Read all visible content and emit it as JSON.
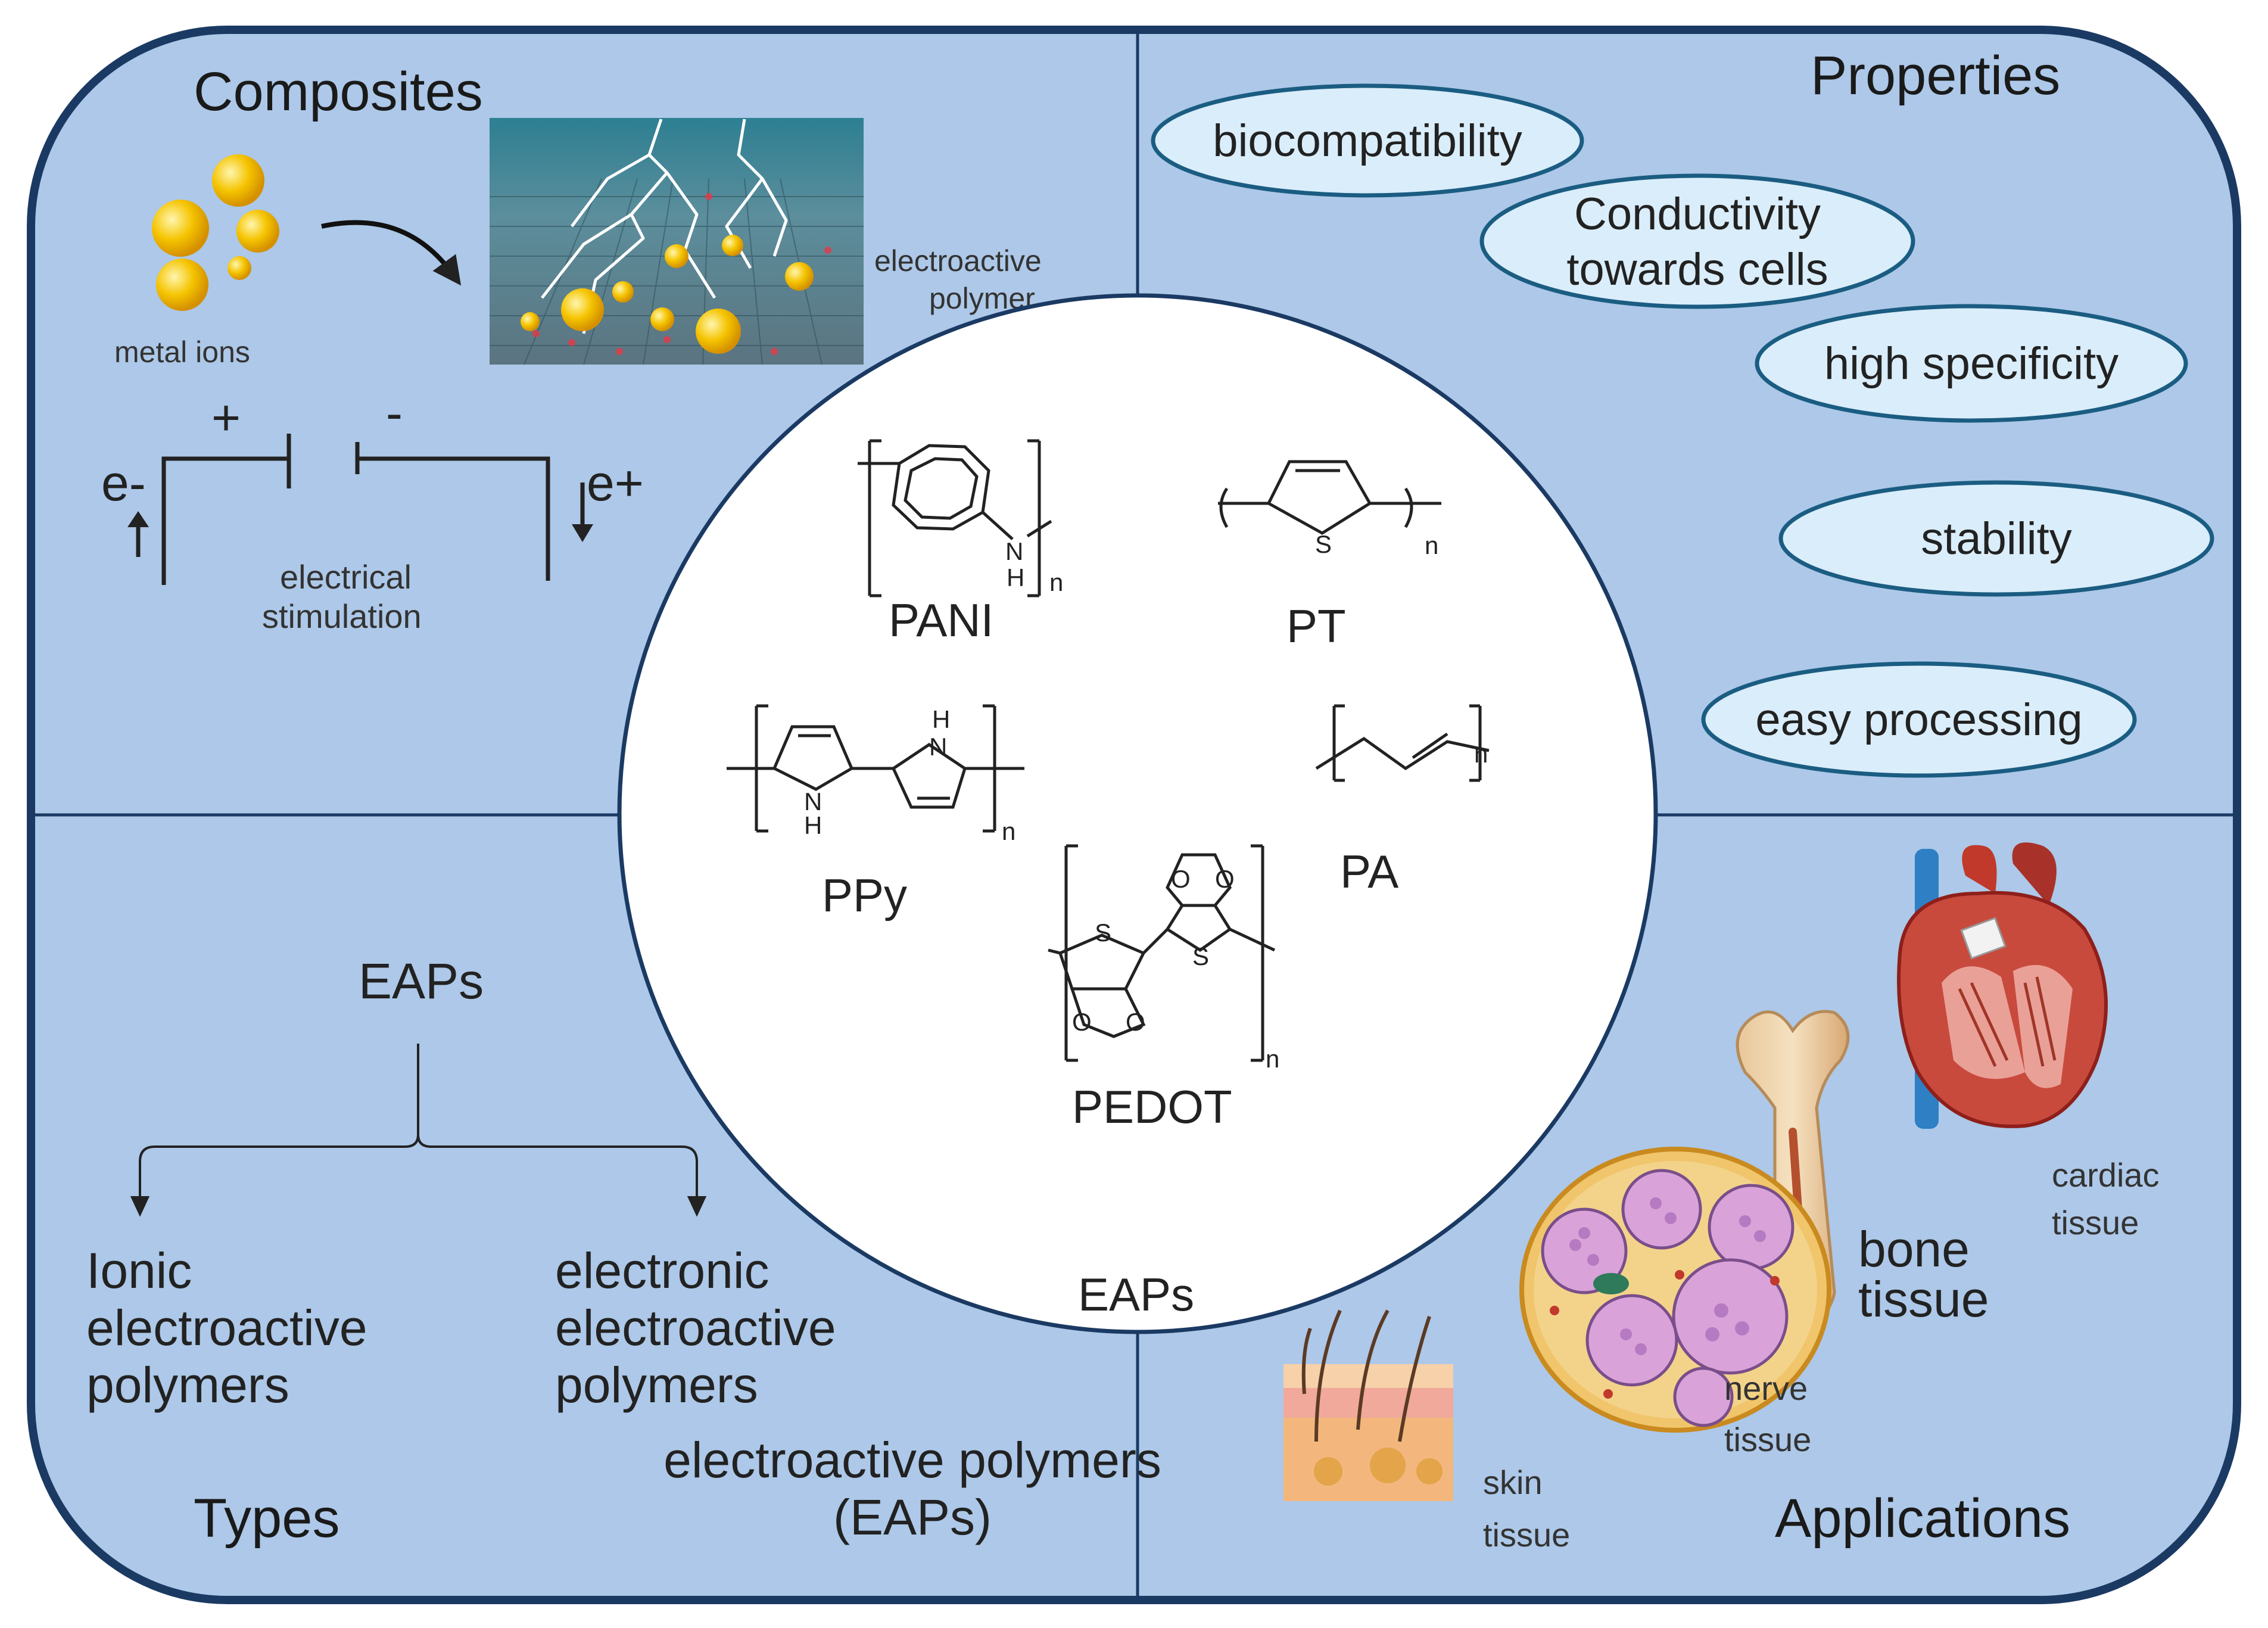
{
  "composites": {
    "heading": "Composites",
    "metal_ions": "metal ions",
    "electroactive_polymer_line1": "electroactive",
    "electroactive_polymer_line2": "polymer",
    "plus": "+",
    "minus": "-",
    "e_minus": "e-",
    "e_plus": "e+",
    "stim_line1": "electrical",
    "stim_line2": "stimulation"
  },
  "properties": {
    "heading": "Properties",
    "items": [
      {
        "line1": "biocompatibility",
        "line2": ""
      },
      {
        "line1": "Conductivity",
        "line2": "towards cells"
      },
      {
        "line1": "high specificity",
        "line2": ""
      },
      {
        "line1": "stability",
        "line2": ""
      },
      {
        "line1": "easy processing",
        "line2": ""
      }
    ]
  },
  "types": {
    "heading": "Types",
    "root": "EAPs",
    "left_lines": [
      "Ionic",
      "electroactive",
      "polymers"
    ],
    "right_lines": [
      "electronic",
      "electroactive",
      "polymers"
    ],
    "caption_line1": "electroactive polymers",
    "caption_line2": "(EAPs)"
  },
  "applications": {
    "heading": "Applications",
    "cardiac": [
      "cardiac",
      "tissue"
    ],
    "bone": [
      "bone",
      "tissue"
    ],
    "nerve": [
      "nerve",
      "tissue"
    ],
    "skin": [
      "skin",
      "tissue"
    ]
  },
  "center": {
    "label": "EAPs",
    "polymers": {
      "pani": "PANI",
      "pt": "PT",
      "ppy": "PPy",
      "pa": "PA",
      "pedot": "PEDOT"
    },
    "atoms": {
      "n": "N",
      "h": "H",
      "s": "S",
      "o": "O",
      "sub_n": "n"
    }
  },
  "colors": {
    "panel_fill": "#adc8e8",
    "panel_border": "#1b3a63",
    "pill_fill": "#daedfa",
    "pill_border": "#1b5d82",
    "ion_gold": "#f5b800",
    "heart_red": "#c0392b",
    "vessel_blue": "#2e7fc4"
  }
}
